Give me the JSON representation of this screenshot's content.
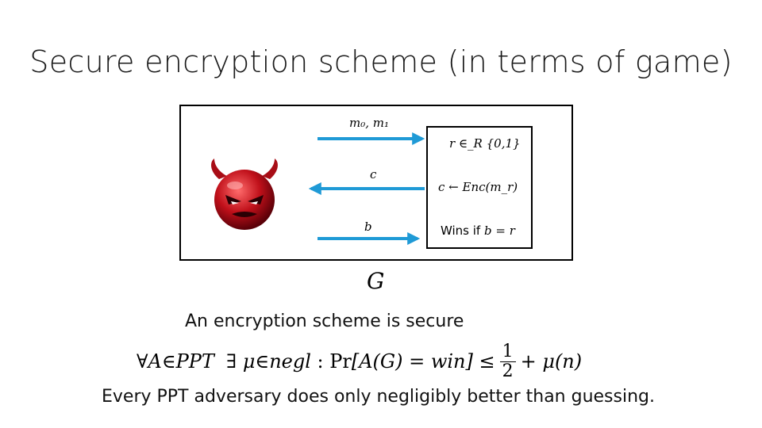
{
  "slide": {
    "title": "Secure encryption scheme (in terms of game)"
  },
  "game": {
    "msg_top": "m₀, m₁",
    "msg_mid": "c",
    "msg_bottom": "b",
    "challenger_line1": "r ∈_R {0,1}",
    "challenger_line2_math": "c ← Enc(m_r)",
    "challenger_line3_prefix": "Wins if",
    "challenger_line3_math": "b = r",
    "game_label": "G",
    "arrow_color": "#1f9ad6",
    "devil_icon": "devil-icon"
  },
  "body": {
    "statement": "An encryption scheme is secure",
    "formula": {
      "forall": "∀",
      "A": "A",
      "in1": " ∈ ",
      "PPT": "PPT",
      "exists": "  ∃ ",
      "mu": "μ",
      "in2": " ∈ ",
      "negl": "negl",
      "colon": " : ",
      "Pr": "Pr",
      "bracket": "[A(G) = win] ≤",
      "num": "1",
      "den": "2",
      "tail": "+ μ(n)"
    },
    "summary": "Every PPT adversary does only negligibly better than guessing."
  }
}
